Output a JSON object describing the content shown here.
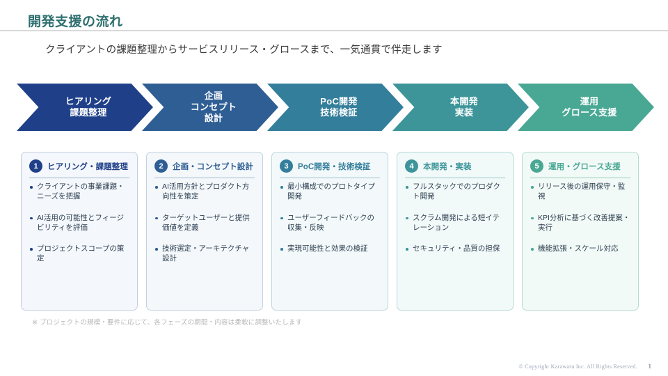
{
  "header": {
    "title": "開発支援の流れ",
    "title_color": "#2E6E6E",
    "subtitle": "クライアントの課題整理からサービスリリース・グロースまで、一気通貫で伴走します"
  },
  "chevrons": [
    {
      "line1": "ヒアリング",
      "line2": "課題整理",
      "line3": "",
      "color": "#1F4089"
    },
    {
      "line1": "企画",
      "line2": "コンセプト",
      "line3": "設計",
      "color": "#2F5E94"
    },
    {
      "line1": "PoC開発",
      "line2": "技術検証",
      "line3": "",
      "color": "#337E9B"
    },
    {
      "line1": "本開発",
      "line2": "実装",
      "line3": "",
      "color": "#3D9599"
    },
    {
      "line1": "運用",
      "line2": "グロース支援",
      "line3": "",
      "color": "#49A894"
    }
  ],
  "cards": [
    {
      "number": "1",
      "title": "ヒアリング・課題整理",
      "badge_color": "#1F4089",
      "title_color": "#1F4089",
      "bg": "#f4f7fb",
      "border": "#c3cfe0",
      "rule_color": "#9fb4d0",
      "bullet_color": "#1F4089",
      "bullets": [
        "クライアントの事業課題・ニーズを把握",
        "AI活用の可能性とフィージビリティを評価",
        "プロジェクトスコープの策定"
      ]
    },
    {
      "number": "2",
      "title": "企画・コンセプト設計",
      "badge_color": "#2F5E94",
      "title_color": "#2F5E94",
      "bg": "#f4f8fb",
      "border": "#c2d2e0",
      "rule_color": "#9fbad2",
      "bullet_color": "#2F5E94",
      "bullets": [
        "AI活用方針とプロダクト方向性を策定",
        "ターゲットユーザーと提供価値を定義",
        "技術選定・アーキテクチャ設計"
      ]
    },
    {
      "number": "3",
      "title": "PoC開発・技術検証",
      "badge_color": "#337E9B",
      "title_color": "#337E9B",
      "bg": "#f3f9fa",
      "border": "#bcd6dd",
      "rule_color": "#99c2cd",
      "bullet_color": "#337E9B",
      "bullets": [
        "最小構成でのプロトタイプ開発",
        "ユーザーフィードバックの収集・反映",
        "実現可能性と効果の検証"
      ]
    },
    {
      "number": "4",
      "title": "本開発・実装",
      "badge_color": "#3D9599",
      "title_color": "#3D9599",
      "bg": "#f2f9f9",
      "border": "#b8d9d9",
      "rule_color": "#96c8c8",
      "bullet_color": "#3D9599",
      "bullets": [
        "フルスタックでのプロダクト開発",
        "スクラム開発による短イテレーション",
        "セキュリティ・品質の担保"
      ]
    },
    {
      "number": "5",
      "title": "運用・グロース支援",
      "badge_color": "#49A894",
      "title_color": "#49A894",
      "bg": "#f2faf7",
      "border": "#b7dcd0",
      "rule_color": "#95ccbb",
      "bullet_color": "#49A894",
      "bullets": [
        "リリース後の運用保守・監視",
        "KPI分析に基づく改善提案・実行",
        "機能拡張・スケール対応"
      ]
    }
  ],
  "footer": {
    "note": "※ プロジェクトの規模・要件に応じて、各フェーズの期間・内容は柔軟に調整いたします",
    "copyright": "© Copyright Karawaru Inc. All Rights Reserved.",
    "page_number": "1"
  }
}
